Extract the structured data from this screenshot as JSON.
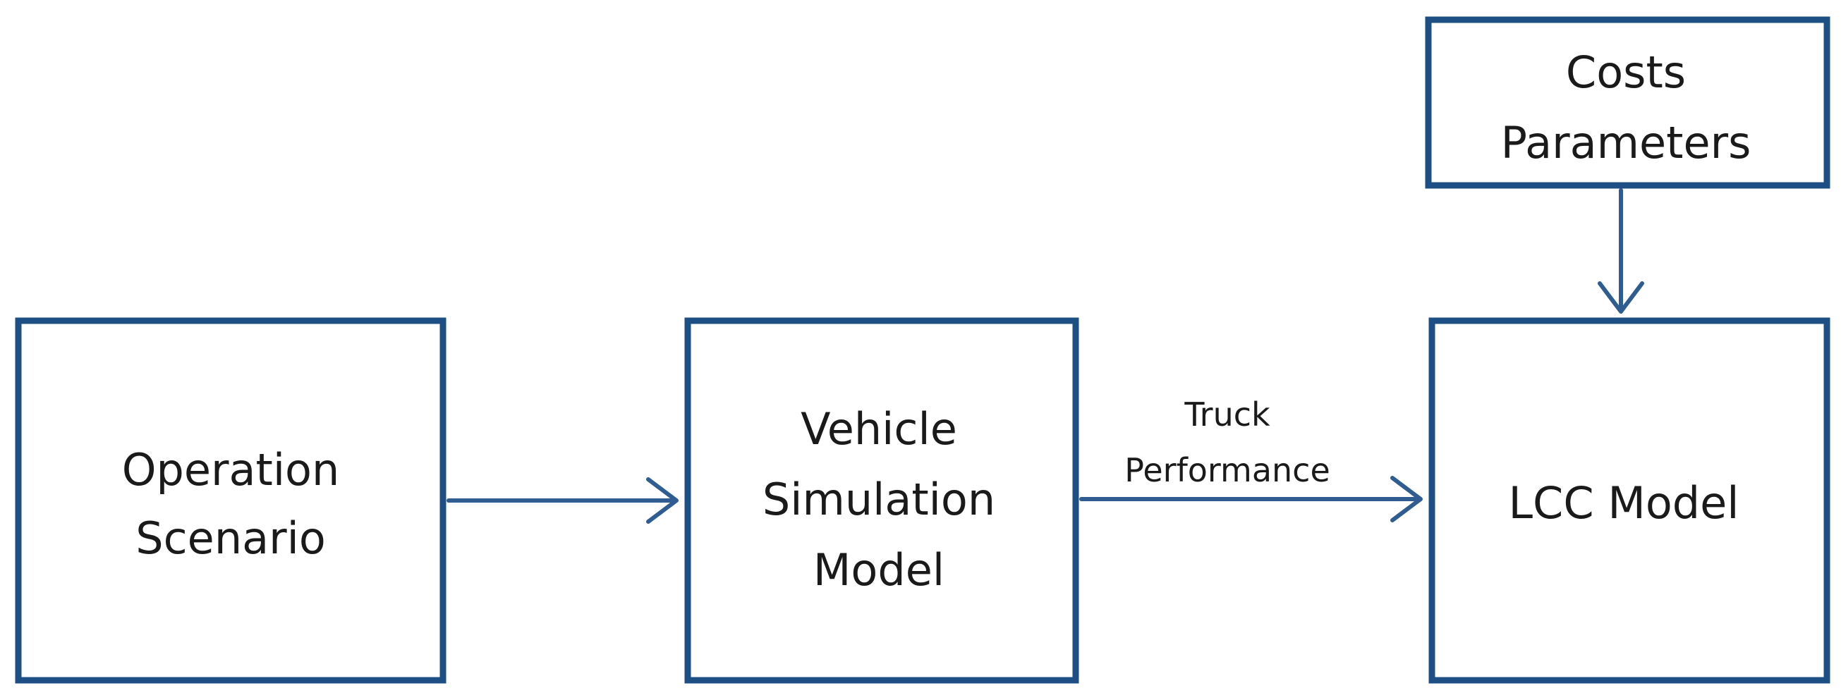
{
  "diagram": {
    "nodes": {
      "operation_scenario": {
        "line1": "Operation",
        "line2": "Scenario"
      },
      "vehicle_simulation_model": {
        "line1": "Vehicle",
        "line2": "Simulation",
        "line3": "Model"
      },
      "lcc_model": {
        "line1": "LCC Model"
      },
      "costs_parameters": {
        "line1": "Costs",
        "line2": "Parameters"
      }
    },
    "edges": {
      "operation_to_vehicle": {
        "from": "Operation Scenario",
        "to": "Vehicle Simulation Model"
      },
      "vehicle_to_lcc": {
        "from": "Vehicle Simulation Model",
        "to": "LCC Model",
        "label_line1": "Truck",
        "label_line2": "Performance"
      },
      "costs_to_lcc": {
        "from": "Costs Parameters",
        "to": "LCC Model"
      }
    }
  }
}
